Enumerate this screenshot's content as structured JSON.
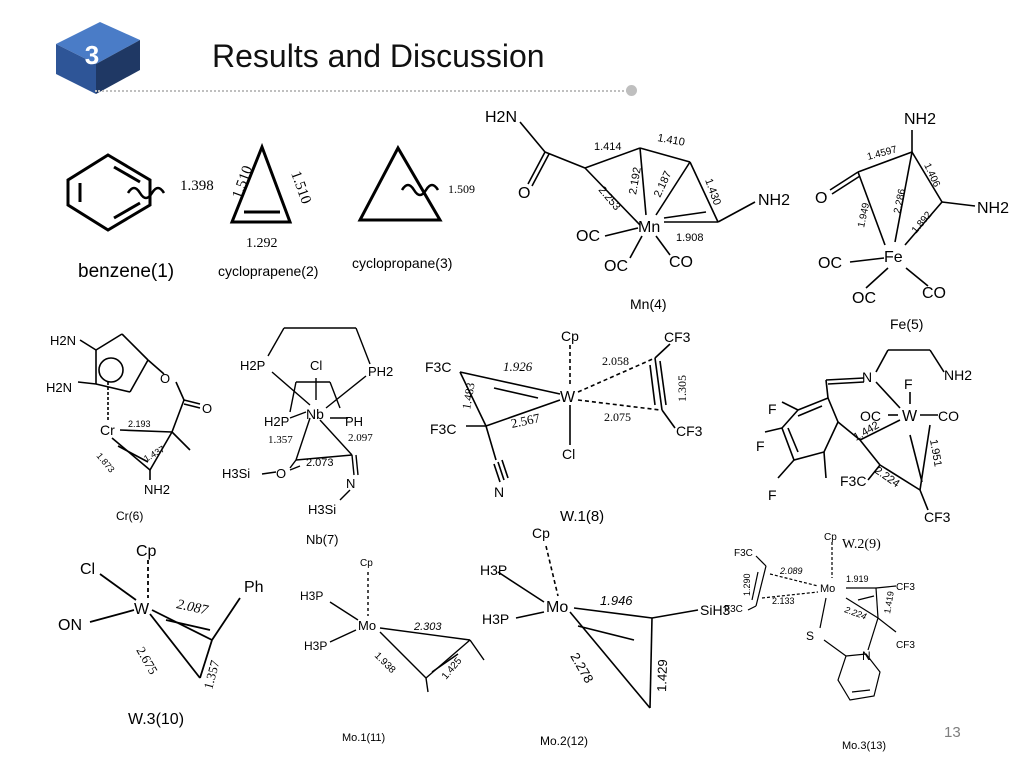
{
  "slide": {
    "badge_number": "3",
    "title": "Results and Discussion",
    "page_number": "13"
  },
  "colors": {
    "badge_dark": "#1f3864",
    "badge_mid": "#2e5597",
    "badge_light": "#4a7cc7",
    "divider": "#bfbfbf"
  },
  "molecules": [
    {
      "id": "benzene",
      "caption": "benzene(1)",
      "bonds": [
        "1.398"
      ]
    },
    {
      "id": "cycloprapene",
      "caption": "cycloprapene(2)",
      "bonds": [
        "1.510",
        "1.510",
        "1.292"
      ]
    },
    {
      "id": "cyclopropane",
      "caption": "cyclopropane(3)",
      "bonds": [
        "1.509"
      ]
    },
    {
      "id": "mn4",
      "caption": "Mn(4)",
      "metal": "Mn",
      "labels": [
        "H2N",
        "O",
        "NH2",
        "OC",
        "OC",
        "CO"
      ],
      "bonds": [
        "1.414",
        "1.410",
        "2.192",
        "2.187",
        "1.430",
        "2.253",
        "1.908"
      ]
    },
    {
      "id": "fe5",
      "caption": "Fe(5)",
      "metal": "Fe",
      "labels": [
        "NH2",
        "O",
        "NH2",
        "OC",
        "OC",
        "CO"
      ],
      "bonds": [
        "1.4597",
        "1.406",
        "2.286",
        "1.949",
        "1.892"
      ]
    },
    {
      "id": "cr6",
      "caption": "Cr(6)",
      "metal": "Cr",
      "labels": [
        "H2N",
        "H2N",
        "O",
        "O",
        "NH2"
      ],
      "bonds": [
        "2.193",
        "1.437",
        "1.873"
      ]
    },
    {
      "id": "nb7",
      "caption": "Nb(7)",
      "metal": "Nb",
      "labels": [
        "H2P",
        "PH2",
        "Cl",
        "H2P",
        "PH",
        "H3Si",
        "O",
        "N",
        "H3Si"
      ],
      "bonds": [
        "1.357",
        "2.097",
        "2.073"
      ]
    },
    {
      "id": "w8",
      "caption": "W.1(8)",
      "metal": "W",
      "labels": [
        "Cp",
        "CF3",
        "F3C",
        "F3C",
        "CF3",
        "Cl",
        "N"
      ],
      "bonds": [
        "1.926",
        "1.483",
        "2.567",
        "2.058",
        "1.305",
        "2.075"
      ]
    },
    {
      "id": "w_fluoro",
      "metal": "W",
      "labels": [
        "N",
        "NH2",
        "F",
        "OC",
        "CO",
        "F",
        "F",
        "F",
        "F3C",
        "CF3"
      ],
      "bonds": [
        "1.442",
        "1.951",
        "2.224"
      ]
    },
    {
      "id": "w10",
      "caption": "W.3(10)",
      "metal": "W",
      "labels": [
        "Cp",
        "Cl",
        "Ph",
        "ON"
      ],
      "bonds": [
        "2.087",
        "2.675",
        "1.357"
      ]
    },
    {
      "id": "mo11",
      "caption": "Mo.1(11)",
      "metal": "Mo",
      "labels": [
        "Cp",
        "H3P",
        "H3P"
      ],
      "bonds": [
        "2.303",
        "1.938",
        "1.425"
      ]
    },
    {
      "id": "mo12",
      "caption": "Mo.2(12)",
      "metal": "Mo",
      "labels": [
        "Cp",
        "H3P",
        "H3P",
        "SiH3"
      ],
      "bonds": [
        "1.946",
        "2.278",
        "1.429"
      ]
    },
    {
      "id": "mo13",
      "caption": "Mo.3(13)",
      "header": "W.2(9)",
      "metal": "Mo",
      "labels": [
        "Cp",
        "F3C",
        "F3C",
        "CF3",
        "CF3",
        "S",
        "N"
      ],
      "bonds": [
        "2.089",
        "1.290",
        "2.133",
        "1.919",
        "2.224",
        "1.419"
      ]
    }
  ]
}
